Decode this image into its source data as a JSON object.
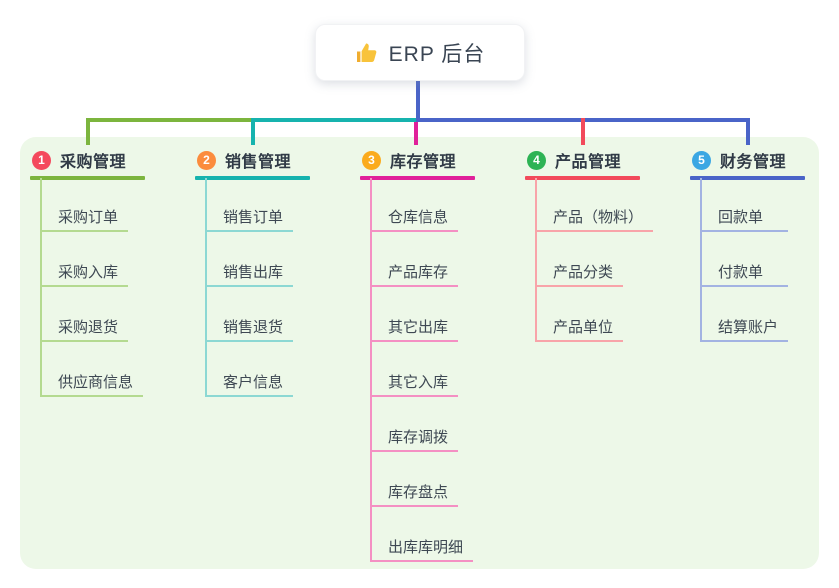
{
  "root": {
    "label": "ERP 后台",
    "icon": "thumbs-up-icon",
    "icon_color": "#f8c33b"
  },
  "panel_bg": "#edf8e8",
  "root_line_color": "#4a64c8",
  "branches": [
    {
      "badge": "1",
      "label": "采购管理",
      "badge_color": "#f4495d",
      "line_color": "#7cb53e",
      "soft_color": "#b4da90",
      "items": [
        "采购订单",
        "采购入库",
        "采购退货",
        "供应商信息"
      ]
    },
    {
      "badge": "2",
      "label": "销售管理",
      "badge_color": "#fb8c3d",
      "line_color": "#16b3ae",
      "soft_color": "#8cd8d3",
      "items": [
        "销售订单",
        "销售出库",
        "销售退货",
        "客户信息"
      ]
    },
    {
      "badge": "3",
      "label": "库存管理",
      "badge_color": "#fbab1c",
      "line_color": "#e0219a",
      "soft_color": "#f490c3",
      "items": [
        "仓库信息",
        "产品库存",
        "其它出库",
        "其它入库",
        "库存调拨",
        "库存盘点",
        "出库库明细"
      ]
    },
    {
      "badge": "4",
      "label": "产品管理",
      "badge_color": "#2db354",
      "line_color": "#f24a5b",
      "soft_color": "#f8a4a9",
      "items": [
        "产品（物料）",
        "产品分类",
        "产品单位"
      ]
    },
    {
      "badge": "5",
      "label": "财务管理",
      "badge_color": "#3ba7e3",
      "line_color": "#4a64c8",
      "soft_color": "#a3b3e2",
      "items": [
        "回款单",
        "付款单",
        "结算账户"
      ]
    }
  ]
}
